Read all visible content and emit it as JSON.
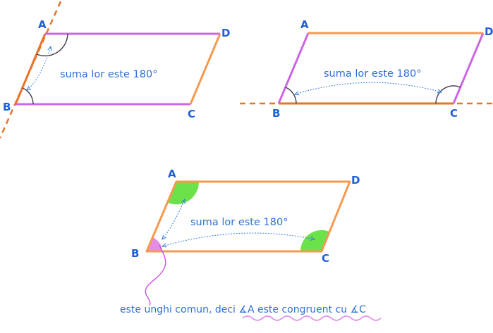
{
  "figure1": {
    "vertices": {
      "a": "A",
      "b": "B",
      "c": "C",
      "d": "D"
    },
    "note": "suma lor este 180°"
  },
  "figure2": {
    "vertices": {
      "a": "A",
      "b": "B",
      "c": "C",
      "d": "D"
    },
    "note": "suma lor este 180°"
  },
  "figure3": {
    "vertices": {
      "a": "A",
      "b": "B",
      "c": "C",
      "d": "D"
    },
    "note": "suma lor este 180°"
  },
  "conclusion": {
    "part1": "este unghi comun, deci ",
    "angle_a": "∡A",
    "part2": " este congruent cu ",
    "angle_c": "∡C"
  },
  "colors": {
    "orange": "#f59a4e",
    "dark_orange": "#e8742a",
    "violet": "#cc66e6",
    "green": "#6ce24a",
    "pink": "#e38de8",
    "blue_text": "#2f6fd8"
  }
}
